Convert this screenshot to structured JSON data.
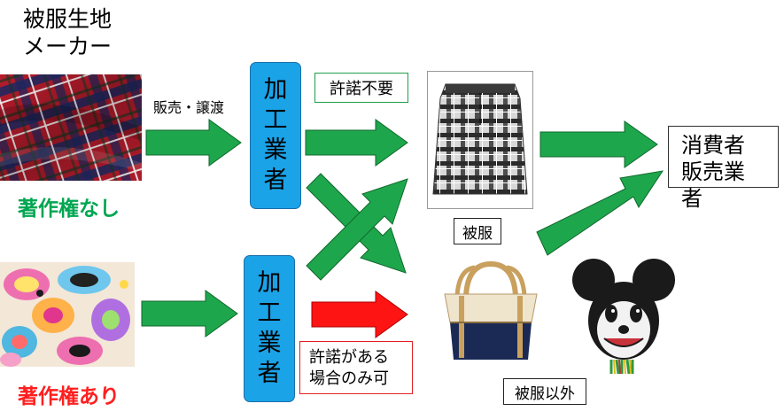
{
  "header": {
    "line1": "被服生地",
    "line2": "メーカー"
  },
  "fabric_no_copyright": {
    "caption": "著作権なし"
  },
  "fabric_copyright": {
    "caption": "著作権あり"
  },
  "sales_label": "販売・譲渡",
  "processor_top": {
    "label": [
      "加",
      "工",
      "業",
      "者"
    ]
  },
  "processor_bottom": {
    "label": [
      "加",
      "工",
      "業",
      "者"
    ]
  },
  "no_permission_label": "許諾不要",
  "permission_label": {
    "line1": "許諾がある",
    "line2": "場合のみ可"
  },
  "clothing_label": "被服",
  "non_clothing_label": "被服以外",
  "consumer": {
    "line1": "消費者",
    "line2": "販売業者"
  },
  "colors": {
    "arrow_green": "#1ea64c",
    "arrow_red": "#ff1414",
    "processor_blue": "#1ba3e8"
  }
}
